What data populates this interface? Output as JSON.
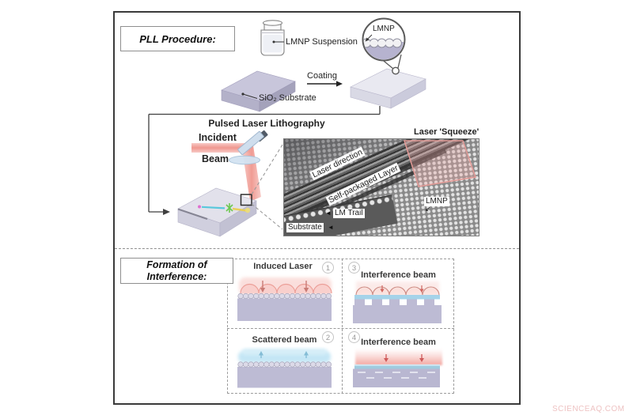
{
  "watermark": "SCIENCEAQ.COM",
  "procedure": {
    "title": "PLL Procedure:",
    "vial_label": "LMNP Suspension",
    "magnifier_label": "LMNP",
    "substrate_label": "SiO₂ Substrate",
    "coating_label": "Coating",
    "flow_label": "Pulsed Laser Lithography",
    "beam_label_line1": "Incident",
    "beam_label_line2": "Beam"
  },
  "inset": {
    "laser_squeeze": "Laser 'Squeeze'",
    "laser_direction": "Laser direction",
    "self_packaged_layer": "Self-packaged Layer",
    "lmnp": "LMNP",
    "lm_trail": "LM Trail",
    "substrate": "Substrate"
  },
  "formation": {
    "title_line1": "Formation of",
    "title_line2": "Interference:",
    "panels": [
      {
        "num": "1",
        "title": "Induced Laser"
      },
      {
        "num": "2",
        "title": "Scattered beam"
      },
      {
        "num": "3",
        "title": "Interference beam"
      },
      {
        "num": "4",
        "title": "Interference beam"
      }
    ]
  },
  "icons": {
    "arrow_down_left": "↙",
    "arrow_left": "◄"
  },
  "colors": {
    "laser_red": "#ee8e85",
    "haze_blue": "#c4e6f5",
    "layer_blue": "#a5d3e9",
    "substrate_lavender": "#bdbbd4",
    "watermark_pink": "#eec3c3"
  }
}
